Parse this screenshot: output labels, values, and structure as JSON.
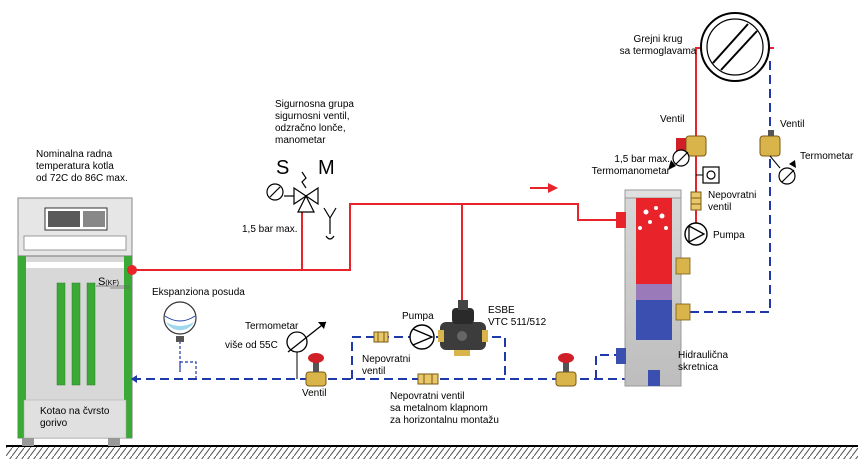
{
  "labels": {
    "boiler_nominal": "Nominalna radna\ntemperatura kotla\nod 72C do 86C max.",
    "boiler_name": "Kotao na čvrsto\ngorivo",
    "sensor_s": "S",
    "sensor_kf": "(KF)",
    "safety_group": "Sigurnosna grupa\nsigurnosni ventil,\nodzračno lonče,\nmanometar",
    "safety_pressure": "1,5 bar max.",
    "safety_icon_s": "S",
    "safety_icon_m": "M",
    "expansion_vessel": "Ekspanziona posuda",
    "thermometer_left": "Termometar",
    "above_55": "više od 55C",
    "valve_bottom_left": "Ventil",
    "pump_bottom": "Pumpa",
    "check_valve_bottom": "Nepovratni\nventil",
    "esbe": "ESBE\nVTC 511/512",
    "check_valve_metal": "Nepovratni ventil\nsa metalnom klapnom\nza horizontalnu montažu",
    "hydraulic_separator": "Hidraulična\nskretnica",
    "heating_circuit": "Grejni krug\nsa termoglavama",
    "valve_top": "Ventil",
    "thermomanometer_pressure": "1,5 bar max.",
    "thermomanometer": "Termomanometar",
    "check_valve_right": "Nepovratni\nventil",
    "pump_right": "Pumpa",
    "valve_right": "Ventil",
    "thermometer_right": "Termometar"
  },
  "colors": {
    "supply_pipe": "#e8232a",
    "return_pipe": "#1f3aa8",
    "boiler_green": "#3aa935",
    "separator_hot": "#e8232a",
    "separator_cold": "#3b4fb0"
  },
  "icons": [
    "pump-icon",
    "thermometer-icon",
    "valve-icon",
    "check-valve-icon",
    "radiator-icon",
    "expansion-vessel-icon",
    "safety-valve-icon",
    "esbe-valve-icon"
  ]
}
